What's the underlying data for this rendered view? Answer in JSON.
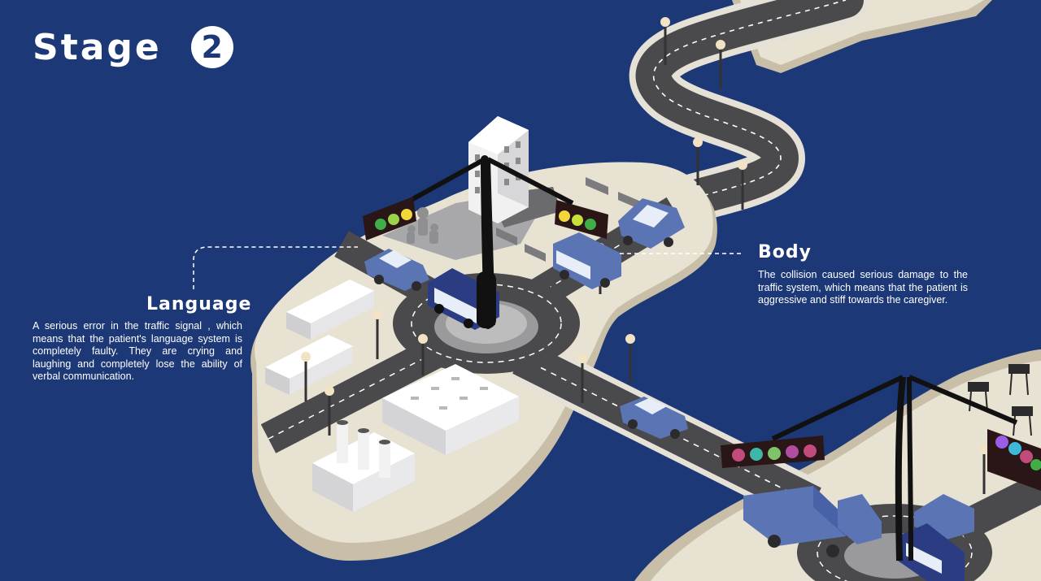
{
  "header": {
    "title": "Stage",
    "stage_number": "2"
  },
  "annotations": {
    "language": {
      "heading": "Language",
      "text": "A serious error in the traffic signal , which means that the patient's language system is completely faulty. They are crying and laughing and completely lose the ability of verbal communication."
    },
    "body": {
      "heading": "Body",
      "text": "The collision caused serious damage to the traffic system, which means that the patient is aggressive and stiff towards the caregiver."
    }
  },
  "colors": {
    "background": "#1c3876",
    "island": "#e8e2d3",
    "island_edge": "#c9bfa8",
    "road": "#4a4a4c",
    "vehicle": "#5b74b4",
    "signal_housing": "#2a1616",
    "text": "#ffffff"
  },
  "signals": {
    "upper_left_lights": [
      "#3fae49",
      "#9bd24a",
      "#f2d83a"
    ],
    "upper_right_lights": [
      "#f2d83a",
      "#c8e03a",
      "#3fae49"
    ],
    "lower_left_lights": [
      "#c14b7a",
      "#3fb7a8",
      "#7fc46a",
      "#b04da0",
      "#c14b7a"
    ],
    "lower_right_lights": [
      "#9b5de5",
      "#3fb7d6",
      "#c14b7a",
      "#3fae49"
    ]
  },
  "icons": [
    "traffic-light-icon",
    "car-icon",
    "bus-icon",
    "truck-icon",
    "street-lamp-icon",
    "building-icon",
    "factory-icon",
    "bench-icon",
    "watchtower-icon"
  ]
}
